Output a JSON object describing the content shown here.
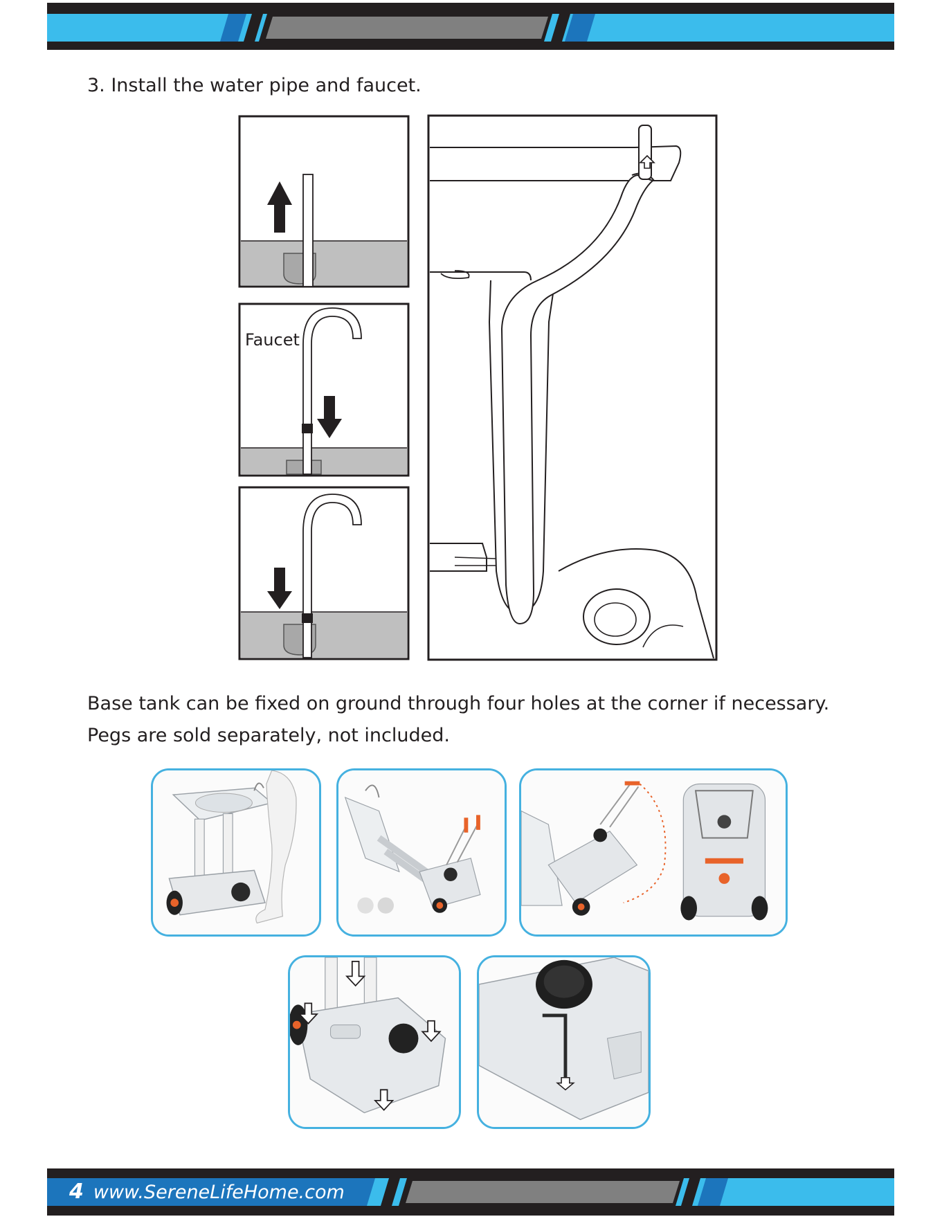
{
  "header": {
    "accent_color": "#3bbcec",
    "dark_color": "#231f20",
    "gray_color": "#808080"
  },
  "step": {
    "heading": "3. Install the water pipe and faucet.",
    "faucet_label": "Faucet"
  },
  "note": {
    "line1": "Base tank can be fixed on ground through four holes at the corner if necessary.",
    "line2": "Pegs are sold separately, not included."
  },
  "footer": {
    "page_number": "4",
    "website": "www.SereneLifeHome.com"
  },
  "figures": {
    "diagram_panels": [
      "pipe-insert-up",
      "faucet-insert-down",
      "faucet-seated",
      "pipe-routing-side-view"
    ],
    "photos": [
      "sink-with-person",
      "folding-cart",
      "handle-swing-and-rear-view",
      "base-tank-corner-holes",
      "corner-hole-peg"
    ],
    "photo_border_color": "#45b1e0"
  }
}
